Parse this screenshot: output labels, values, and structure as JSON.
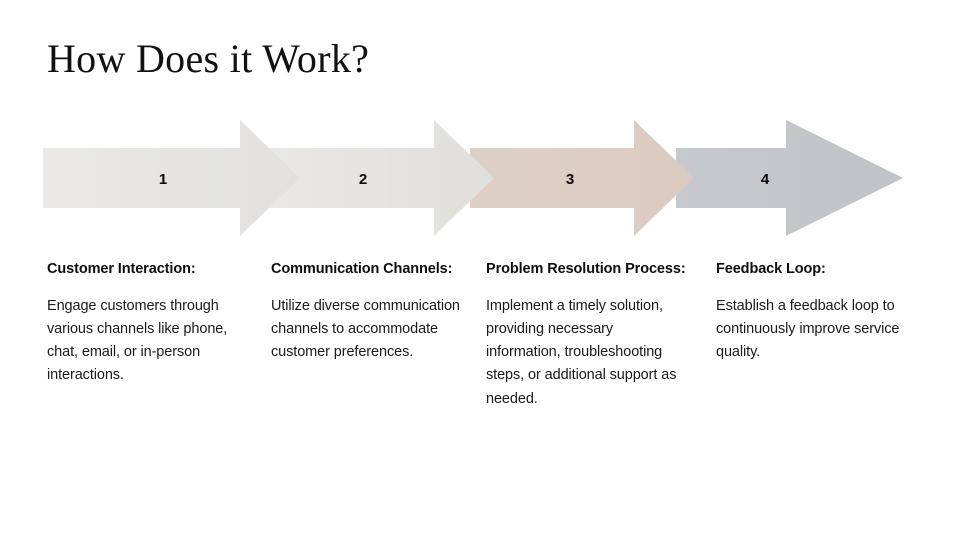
{
  "slide": {
    "title": "How Does it Work?",
    "background_color": "#FFFFFF"
  },
  "process_arrow": {
    "orientation": "horizontal-right",
    "segment_colors": [
      "#E6E5E3",
      "#E6E5E3",
      "#DCCCC2",
      "#C3C6CB"
    ],
    "segments": [
      {
        "number": "1",
        "color": "#E6E5E3"
      },
      {
        "number": "2",
        "color": "#E6E5E3"
      },
      {
        "number": "3",
        "color": "#DCCCC2"
      },
      {
        "number": "4",
        "color": "#C3C6CB"
      }
    ]
  },
  "steps": [
    {
      "number": "1",
      "heading": "Customer Interaction:",
      "body": "Engage customers through various channels like phone, chat, email, or in-person interactions."
    },
    {
      "number": "2",
      "heading": "Communication Channels:",
      "body": "Utilize diverse communication channels to accommodate customer preferences."
    },
    {
      "number": "3",
      "heading": "Problem Resolution Process:",
      "body": "Implement a timely solution, providing necessary information, troubleshooting steps, or additional support as needed."
    },
    {
      "number": "4",
      "heading": "Feedback Loop:",
      "body": "Establish a feedback loop to continuously improve service quality."
    }
  ]
}
